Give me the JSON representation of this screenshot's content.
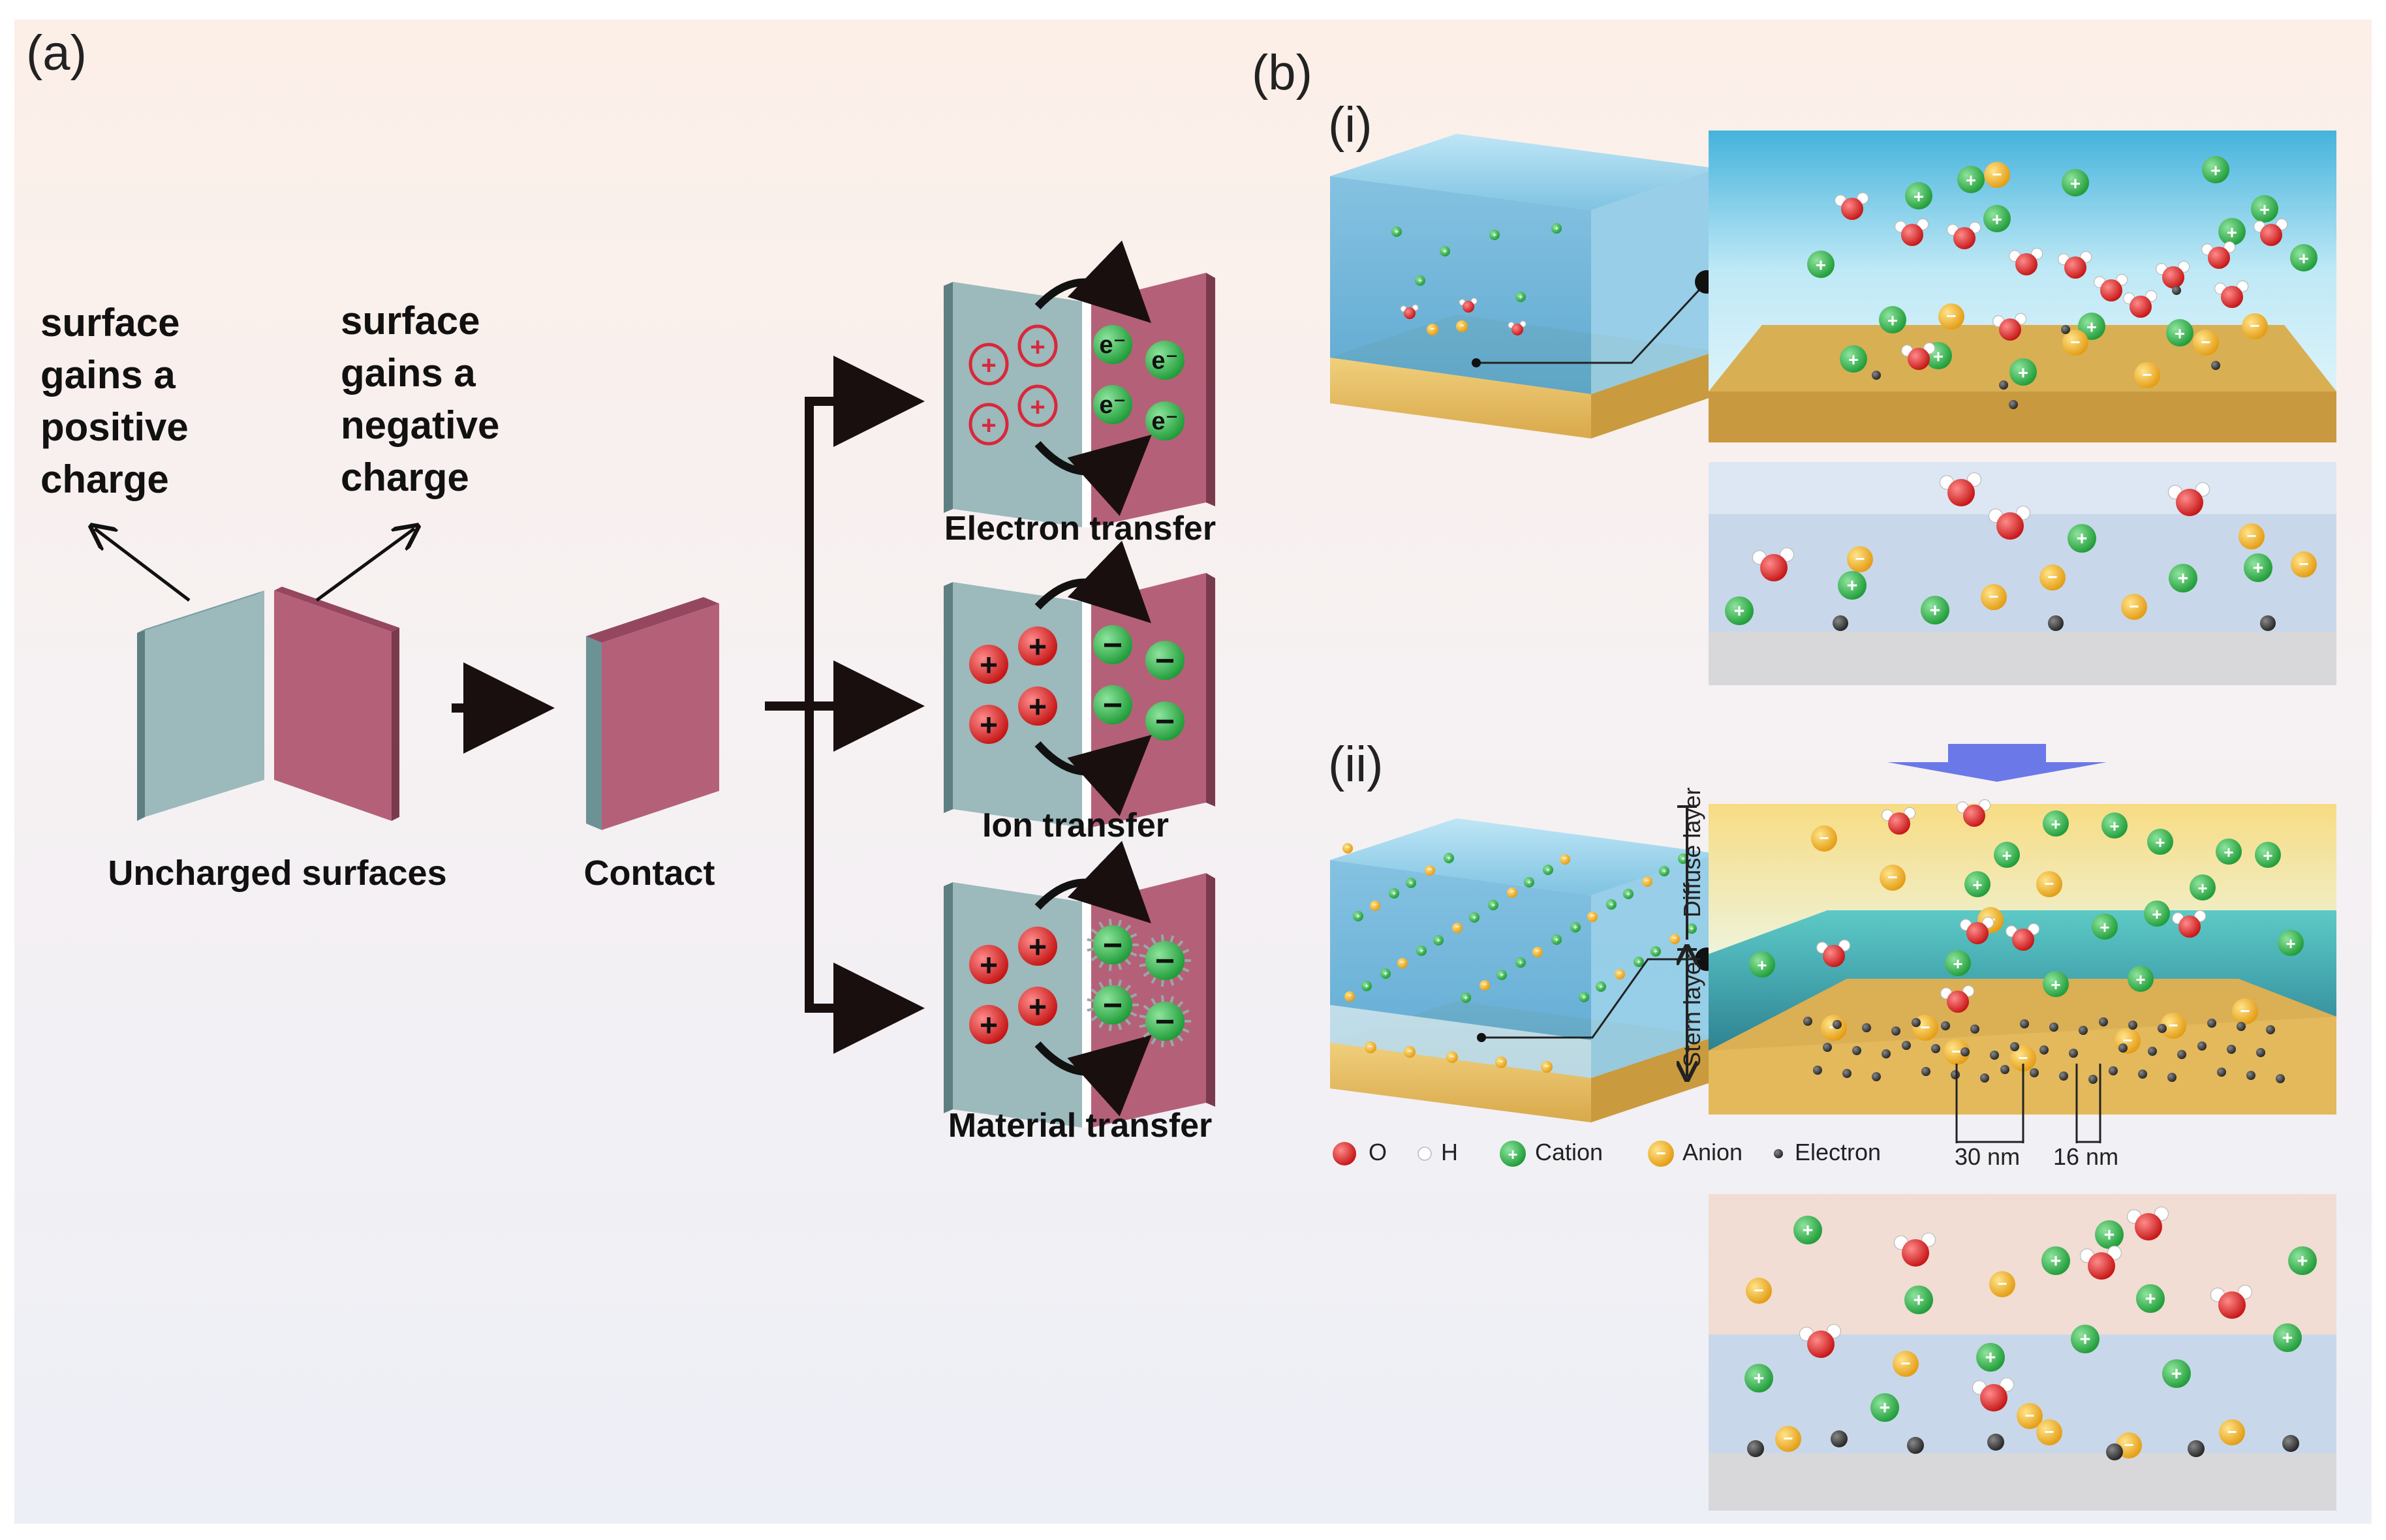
{
  "panel_a": {
    "label": "(a)",
    "positive_label": [
      "surface",
      "gains a",
      "positive",
      "charge"
    ],
    "negative_label": [
      "surface",
      "gains a",
      "negative",
      "charge"
    ],
    "uncharged_label": "Uncharged surfaces",
    "contact_label": "Contact",
    "transfers": [
      {
        "label": "Electron transfer",
        "left_symbol": "+",
        "right_symbol": "e⁻"
      },
      {
        "label": "Ion transfer",
        "left_symbol": "+",
        "right_symbol": "−"
      },
      {
        "label": "Material transfer",
        "left_symbol": "+",
        "right_symbol": "−"
      }
    ]
  },
  "panel_b": {
    "label": "(b)",
    "sub_i": "(i)",
    "sub_ii": "(ii)",
    "diffuse_layer": "Diffuse layer",
    "stern_layer": "Stern layer",
    "legend": [
      {
        "symbol": "O",
        "label": "O",
        "color": "#e02424"
      },
      {
        "symbol": "H",
        "label": "H",
        "color": "#ffffff"
      },
      {
        "symbol": "+",
        "label": "Cation",
        "color": "#2fb84a"
      },
      {
        "symbol": "−",
        "label": "Anion",
        "color": "#f2b01e"
      },
      {
        "symbol": "•",
        "label": "Electron",
        "color": "#222222"
      }
    ],
    "scale_30": "30 nm",
    "scale_16": "16 nm"
  },
  "colors": {
    "teal_plate": "#9cb9bc",
    "pink_plate": "#b56079",
    "arrow": "#1a0f0f",
    "cation": "#2fb84a",
    "anion": "#f2b01e",
    "oxygen": "#e02424",
    "water_blue": "#63b9dd",
    "gold_base": "#e5bf63",
    "down_arrow": "#6b78e8"
  }
}
